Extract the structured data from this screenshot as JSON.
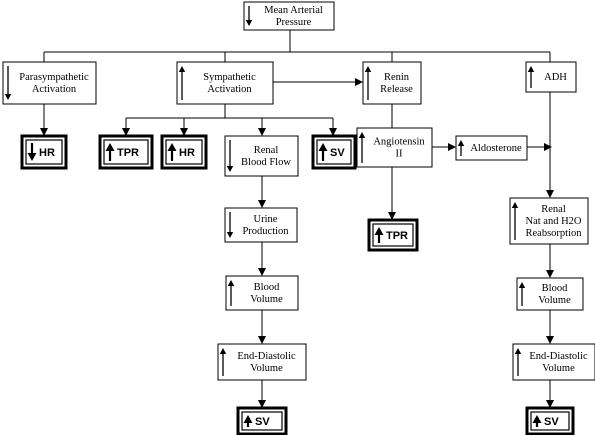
{
  "nodes": {
    "map": {
      "lines": [
        "Mean Arterial",
        "Pressure"
      ],
      "dir": "down"
    },
    "parasympathetic": {
      "lines": [
        "Parasympathetic",
        "Activation"
      ],
      "dir": "down"
    },
    "sympathetic": {
      "lines": [
        "Sympathetic",
        "Activation"
      ],
      "dir": "up"
    },
    "renin": {
      "lines": [
        "Renin",
        "Release"
      ],
      "dir": "up"
    },
    "adh": {
      "lines": [
        "ADH"
      ],
      "dir": "up"
    },
    "hr_para": {
      "label": "HR",
      "dir": "down"
    },
    "tpr_symp": {
      "label": "TPR",
      "dir": "up"
    },
    "hr_symp": {
      "label": "HR",
      "dir": "up"
    },
    "renal_blood_flow": {
      "lines": [
        "Renal",
        "Blood Flow"
      ],
      "dir": "down"
    },
    "sv_symp": {
      "label": "SV",
      "dir": "up"
    },
    "angiotensin": {
      "lines": [
        "Angiotensin",
        "II"
      ],
      "dir": "up"
    },
    "aldosterone": {
      "lines": [
        "Aldosterone"
      ],
      "dir": "up"
    },
    "urine": {
      "lines": [
        "Urine",
        "Production"
      ],
      "dir": "down"
    },
    "tpr_angio": {
      "label": "TPR",
      "dir": "up"
    },
    "renal_reabsorption": {
      "lines": [
        "Renal",
        "Nat and H2O",
        "Reabsorption"
      ],
      "dir": "up"
    },
    "blood_volume_left": {
      "lines": [
        "Blood",
        "Volume"
      ],
      "dir": "up"
    },
    "blood_volume_right": {
      "lines": [
        "Blood",
        "Volume"
      ],
      "dir": "up"
    },
    "edv_left": {
      "lines": [
        "End-Diastolic",
        "Volume"
      ],
      "dir": "up"
    },
    "edv_right": {
      "lines": [
        "End-Diastolic",
        "Volume"
      ],
      "dir": "up"
    },
    "sv_left": {
      "label": "SV",
      "dir": "up"
    },
    "sv_right": {
      "label": "SV",
      "dir": "up"
    }
  }
}
